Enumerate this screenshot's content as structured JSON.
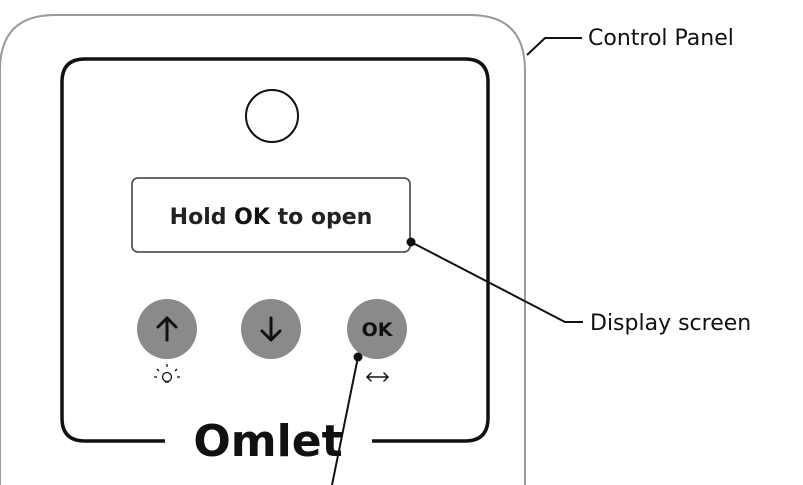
{
  "callouts": {
    "control_panel": "Control Panel",
    "display_screen": "Display screen"
  },
  "screen": {
    "text_before": "Hold ",
    "text_bold": "OK",
    "text_after": " to open"
  },
  "buttons": [
    {
      "name": "up",
      "icon": "up-arrow-icon",
      "sub_icon": "light-bulb-icon"
    },
    {
      "name": "down",
      "icon": "down-arrow-icon"
    },
    {
      "name": "ok",
      "label": "OK",
      "sub_icon": "left-right-arrow-icon"
    }
  ],
  "brand": "Omlet",
  "colors": {
    "button_fill": "#8a8a8a",
    "outline": "#111111",
    "outer_outline": "#999999"
  }
}
